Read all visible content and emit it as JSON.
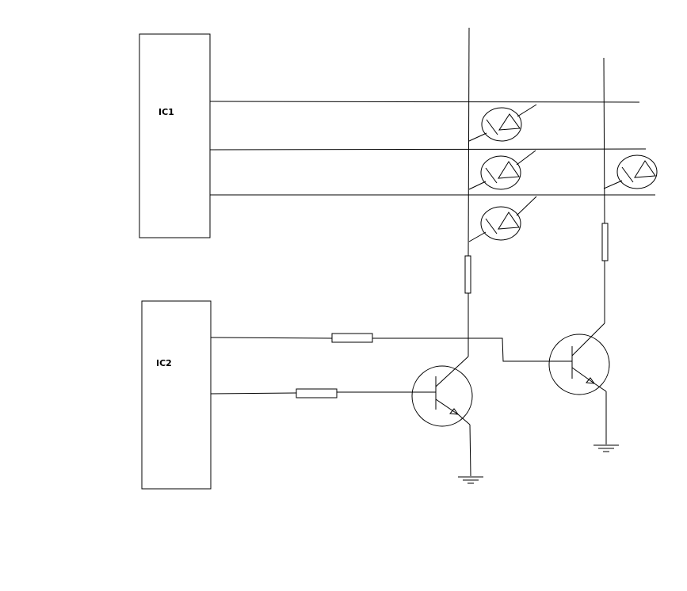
{
  "diagram": {
    "chips": [
      {
        "id": "ic1",
        "label": "IC1"
      },
      {
        "id": "ic2",
        "label": "IC2"
      }
    ],
    "colors": {
      "stroke": "#000000",
      "background": "#ffffff"
    }
  }
}
